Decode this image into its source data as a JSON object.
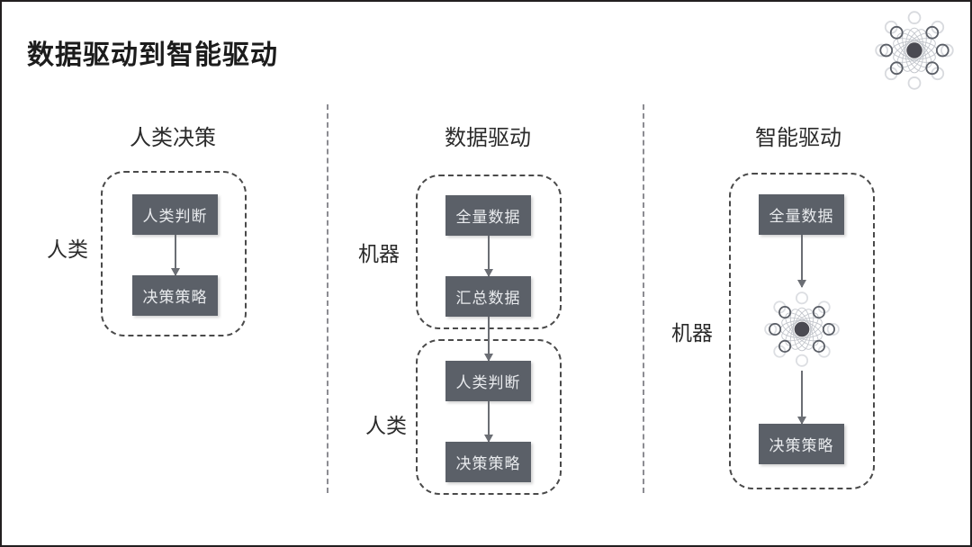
{
  "slide": {
    "title": "数据驱动到智能驱动",
    "background_color": "#ffffff",
    "border_color": "#231f20"
  },
  "brand": {
    "logo_name": "atom-network-logo",
    "core_color": "#4a4a52",
    "ring_color": "#b9bcc3"
  },
  "theme": {
    "node_fill": "#5b6068",
    "node_text": "#e9ebee",
    "dashed_border": "#4a4a4a",
    "divider": "#8c8c92",
    "arrow": "#6b6e74",
    "heading_text": "#1c1c1c"
  },
  "columns": [
    {
      "header": "人类决策",
      "groups": [
        {
          "side_label": "人类",
          "nodes": [
            "人类判断",
            "决策策略"
          ]
        }
      ]
    },
    {
      "header": "数据驱动",
      "groups": [
        {
          "side_label": "机器",
          "nodes": [
            "全量数据",
            "汇总数据"
          ]
        },
        {
          "side_label": "人类",
          "nodes": [
            "人类判断",
            "决策策略"
          ]
        }
      ]
    },
    {
      "header": "智能驱动",
      "groups": [
        {
          "side_label": "机器",
          "nodes": [
            "全量数据",
            "决策策略"
          ],
          "icon": "ai-atom-icon"
        }
      ]
    }
  ]
}
